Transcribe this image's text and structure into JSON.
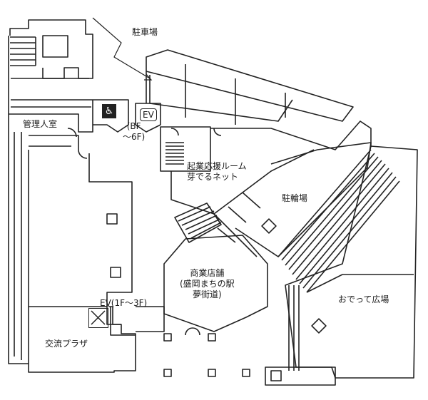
{
  "labels": {
    "parking": "駐車場",
    "manager_room": "管理人室",
    "ev_bf_6f": "EV",
    "ev_range": "(BF\n〜6F)",
    "startup_room": "起業応援ルーム\n芽でるネット",
    "bicycle_parking": "駐輪場",
    "commercial": "商業店舗\n(盛岡まちの駅\n夢街道)",
    "ev_1f_3f": "EV(1F〜3F)",
    "exchange_plaza": "交流プラザ",
    "odette_plaza": "おでって広場"
  },
  "icons": {
    "wheelchair": "wheelchair-icon",
    "elevator_cross": "elevator-icon"
  }
}
